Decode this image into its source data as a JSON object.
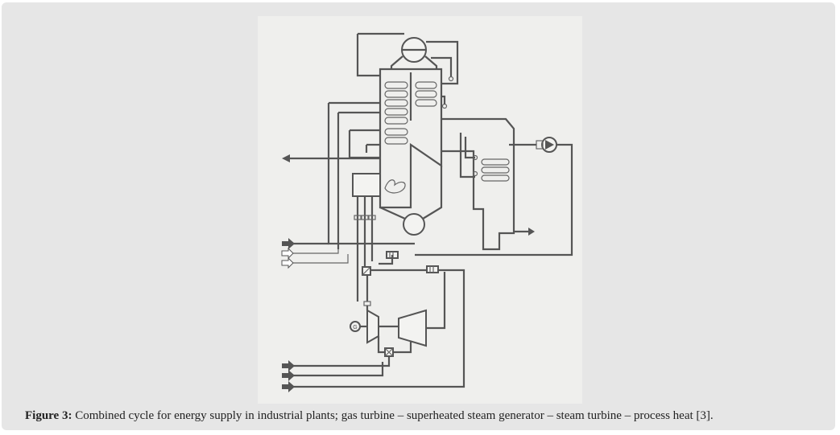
{
  "caption": {
    "label": "Figure 3:",
    "text": " Combined cycle for energy supply in industrial plants; gas turbine – superheated steam generator – steam turbine – process heat [3]."
  },
  "diagram": {
    "generator_symbol": "G"
  },
  "colors": {
    "panel_background": "#e6e6e6",
    "figure_background": "#efefed",
    "line": "#555555"
  }
}
